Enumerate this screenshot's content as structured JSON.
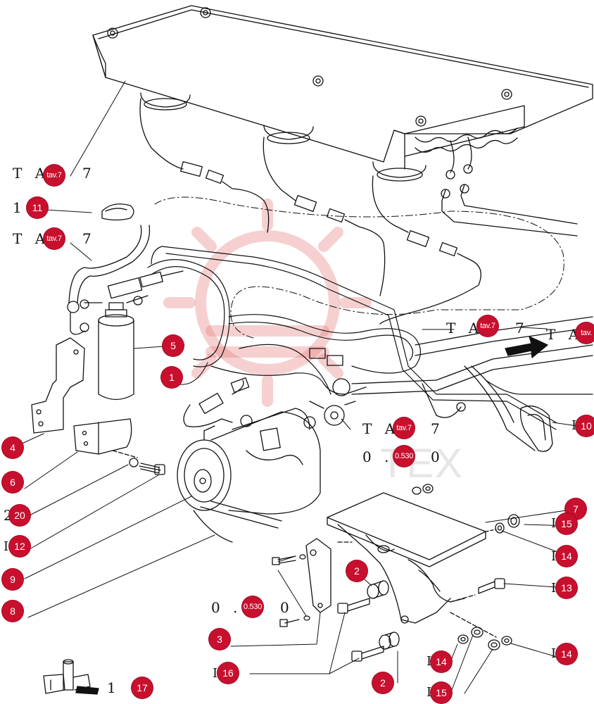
{
  "callouts": [
    {
      "id": "c-tav7-a",
      "label": "tav.7",
      "kind": "tav"
    },
    {
      "id": "c-11",
      "label": "11",
      "kind": "num"
    },
    {
      "id": "c-tav7-b",
      "label": "tav.7",
      "kind": "tav"
    },
    {
      "id": "c-5",
      "label": "5",
      "kind": "num"
    },
    {
      "id": "c-1",
      "label": "1",
      "kind": "num"
    },
    {
      "id": "c-tav7-c",
      "label": "tav.7",
      "kind": "tav"
    },
    {
      "id": "c-tav-d",
      "label": "tav.",
      "kind": "tav"
    },
    {
      "id": "c-10",
      "label": "10",
      "kind": "num"
    },
    {
      "id": "c-tav7-e",
      "label": "tav.7",
      "kind": "tav"
    },
    {
      "id": "c-0530-a",
      "label": "0.530",
      "kind": "ref"
    },
    {
      "id": "c-4",
      "label": "4",
      "kind": "num"
    },
    {
      "id": "c-6",
      "label": "6",
      "kind": "num"
    },
    {
      "id": "c-20",
      "label": "20",
      "kind": "num"
    },
    {
      "id": "c-12",
      "label": "12",
      "kind": "num"
    },
    {
      "id": "c-7",
      "label": "7",
      "kind": "num"
    },
    {
      "id": "c-15-a",
      "label": "15",
      "kind": "num"
    },
    {
      "id": "c-14-a",
      "label": "14",
      "kind": "num"
    },
    {
      "id": "c-9",
      "label": "9",
      "kind": "num"
    },
    {
      "id": "c-2-a",
      "label": "2",
      "kind": "num"
    },
    {
      "id": "c-13",
      "label": "13",
      "kind": "num"
    },
    {
      "id": "c-8",
      "label": "8",
      "kind": "num"
    },
    {
      "id": "c-0530-b",
      "label": "0.530",
      "kind": "ref"
    },
    {
      "id": "c-3",
      "label": "3",
      "kind": "num"
    },
    {
      "id": "c-14-b",
      "label": "14",
      "kind": "num"
    },
    {
      "id": "c-14-c",
      "label": "14",
      "kind": "num"
    },
    {
      "id": "c-16",
      "label": "16",
      "kind": "num"
    },
    {
      "id": "c-2-b",
      "label": "2",
      "kind": "num"
    },
    {
      "id": "c-15-b",
      "label": "15",
      "kind": "num"
    },
    {
      "id": "c-17",
      "label": "17",
      "kind": "num"
    }
  ],
  "ref_texts": {
    "ta7_1": "T A",
    "ta7_1b": "7",
    "one_11": "1",
    "ta7_2": "T A",
    "ta7_2b": "7",
    "ta7_3": "T A",
    "ta7_3b": "7",
    "ta_4": "T A",
    "ta7_5": "T A",
    "ta7_5b": "7",
    "zero_1": "0 .",
    "zero_1b": "0",
    "zero_2": "0 .",
    "zero_2b": "0",
    "two_20": "2",
    "one_17": "1  7"
  },
  "watermark": "TEX"
}
